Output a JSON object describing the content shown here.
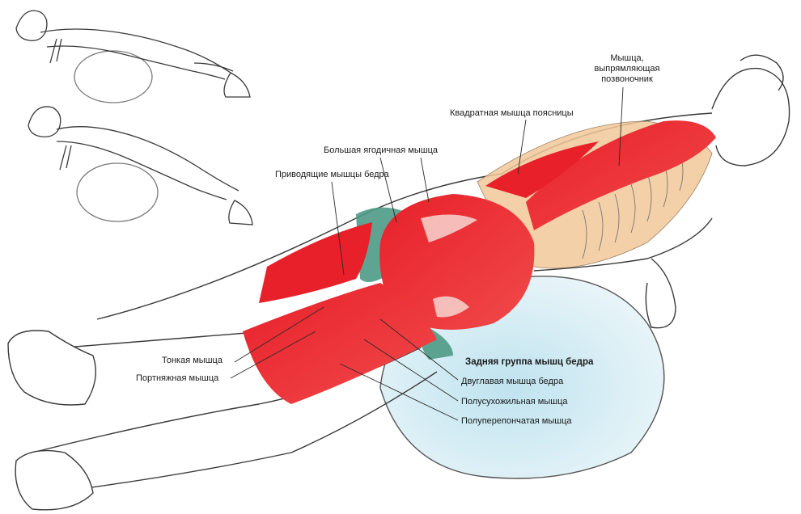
{
  "labels": {
    "erector_line1": "Мышца,",
    "erector_line2": "выпрямляющая",
    "erector_line3": "позвоночник",
    "quadratus": "Квадратная мышца поясницы",
    "gluteus_max": "Большая ягодичная мышца",
    "adductors": "Приводящие мышцы бедра",
    "gracilis": "Тонкая мышца",
    "sartorius": "Портняжная мышца",
    "hamstrings_group": "Задняя группа мышц бедра",
    "biceps_femoris": "Двуглавая мышца бедра",
    "semitendinosus": "Полусухожильная мышца",
    "semimembranosus": "Полуперепончатая мышца"
  },
  "colors": {
    "muscle": "#e8202a",
    "muscle_light": "#f07a7a",
    "ball": "#cfe8f0",
    "skin_tan": "#f2c89a",
    "fascia_green": "#4e9a86",
    "outline": "#3a3a3a"
  },
  "icons": {
    "small_figures": "exercise-step-illustration",
    "ball": "fitness-ball"
  }
}
